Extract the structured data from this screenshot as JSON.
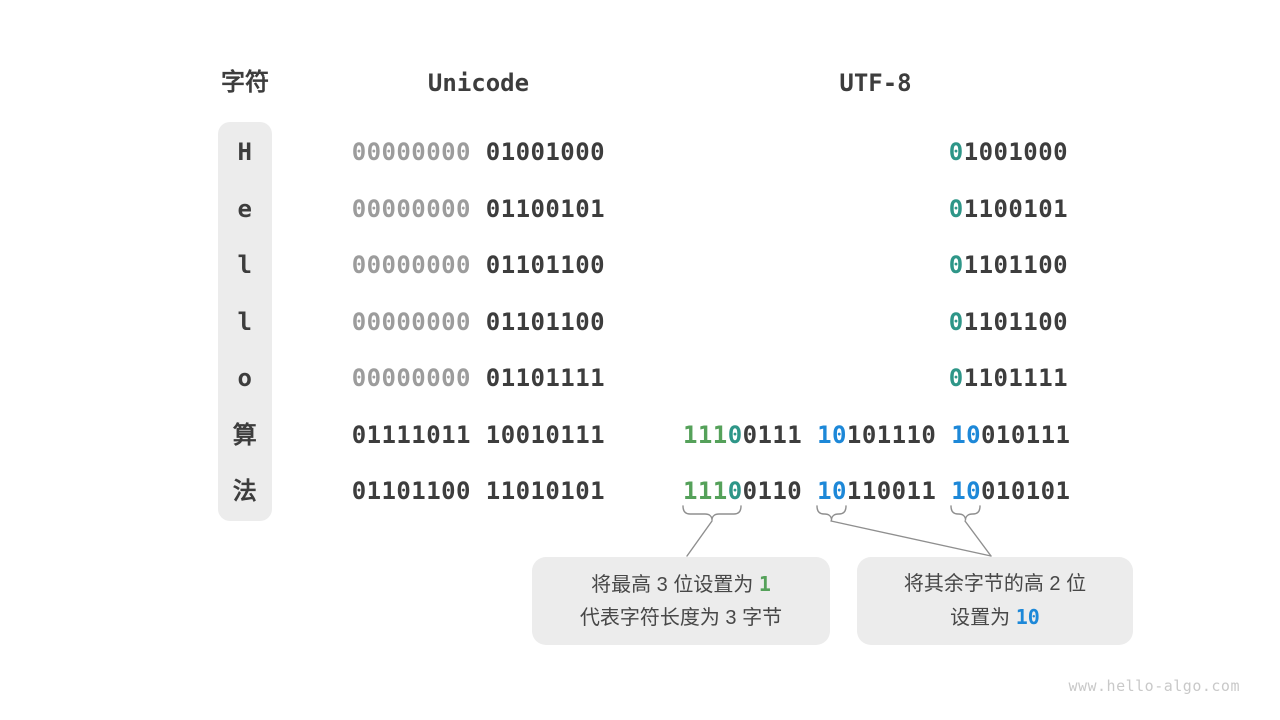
{
  "headers": {
    "char": "字符",
    "unicode": "Unicode",
    "utf8": "UTF-8"
  },
  "colors": {
    "dark": "#3d3d3d",
    "dark2": "#474747",
    "gray": "#9c9c9c",
    "teal": "#2e9688",
    "green": "#55a15a",
    "blue": "#1d88d8",
    "panel": "#ececec",
    "line": "#8f8f8f",
    "faint": "#c9c9c9"
  },
  "table": {
    "rows": [
      {
        "char": "H",
        "unicode": [
          {
            "t": "00000000",
            "c": "gray"
          },
          {
            "t": " 01001000",
            "c": "dark"
          }
        ],
        "utf8": [
          {
            "t": "0",
            "c": "teal"
          },
          {
            "t": "1001000",
            "c": "dark"
          }
        ]
      },
      {
        "char": "e",
        "unicode": [
          {
            "t": "00000000",
            "c": "gray"
          },
          {
            "t": " 01100101",
            "c": "dark"
          }
        ],
        "utf8": [
          {
            "t": "0",
            "c": "teal"
          },
          {
            "t": "1100101",
            "c": "dark"
          }
        ]
      },
      {
        "char": "l",
        "unicode": [
          {
            "t": "00000000",
            "c": "gray"
          },
          {
            "t": " 01101100",
            "c": "dark"
          }
        ],
        "utf8": [
          {
            "t": "0",
            "c": "teal"
          },
          {
            "t": "1101100",
            "c": "dark"
          }
        ]
      },
      {
        "char": "l",
        "unicode": [
          {
            "t": "00000000",
            "c": "gray"
          },
          {
            "t": " 01101100",
            "c": "dark"
          }
        ],
        "utf8": [
          {
            "t": "0",
            "c": "teal"
          },
          {
            "t": "1101100",
            "c": "dark"
          }
        ]
      },
      {
        "char": "o",
        "unicode": [
          {
            "t": "00000000",
            "c": "gray"
          },
          {
            "t": " 01101111",
            "c": "dark"
          }
        ],
        "utf8": [
          {
            "t": "0",
            "c": "teal"
          },
          {
            "t": "1101111",
            "c": "dark"
          }
        ]
      },
      {
        "char": "算",
        "unicode": [
          {
            "t": "01111011 10010111",
            "c": "dark"
          }
        ],
        "utf8": [
          {
            "t": "111",
            "c": "green"
          },
          {
            "t": "0",
            "c": "teal"
          },
          {
            "t": "0111 ",
            "c": "dark"
          },
          {
            "t": "10",
            "c": "blue"
          },
          {
            "t": "101110 ",
            "c": "dark"
          },
          {
            "t": "10",
            "c": "blue"
          },
          {
            "t": "010111",
            "c": "dark"
          }
        ]
      },
      {
        "char": "法",
        "unicode": [
          {
            "t": "01101100 11010101",
            "c": "dark"
          }
        ],
        "utf8": [
          {
            "t": "111",
            "c": "green"
          },
          {
            "t": "0",
            "c": "teal"
          },
          {
            "t": "0110 ",
            "c": "dark"
          },
          {
            "t": "10",
            "c": "blue"
          },
          {
            "t": "110011 ",
            "c": "dark"
          },
          {
            "t": "10",
            "c": "blue"
          },
          {
            "t": "010101",
            "c": "dark"
          }
        ]
      }
    ]
  },
  "callouts": [
    {
      "lines": [
        [
          {
            "t": "将最高 3 位设置为 ",
            "c": "dark2"
          },
          {
            "t": "1",
            "c": "green",
            "mono": true
          }
        ],
        [
          {
            "t": "代表字符长度为 3 字节",
            "c": "dark2"
          }
        ]
      ]
    },
    {
      "lines": [
        [
          {
            "t": "将其余字节的高 2 位",
            "c": "dark2"
          }
        ],
        [
          {
            "t": "设置为 ",
            "c": "dark2"
          },
          {
            "t": "10",
            "c": "blue",
            "mono": true
          }
        ]
      ]
    }
  ],
  "watermark": "www.hello-algo.com"
}
